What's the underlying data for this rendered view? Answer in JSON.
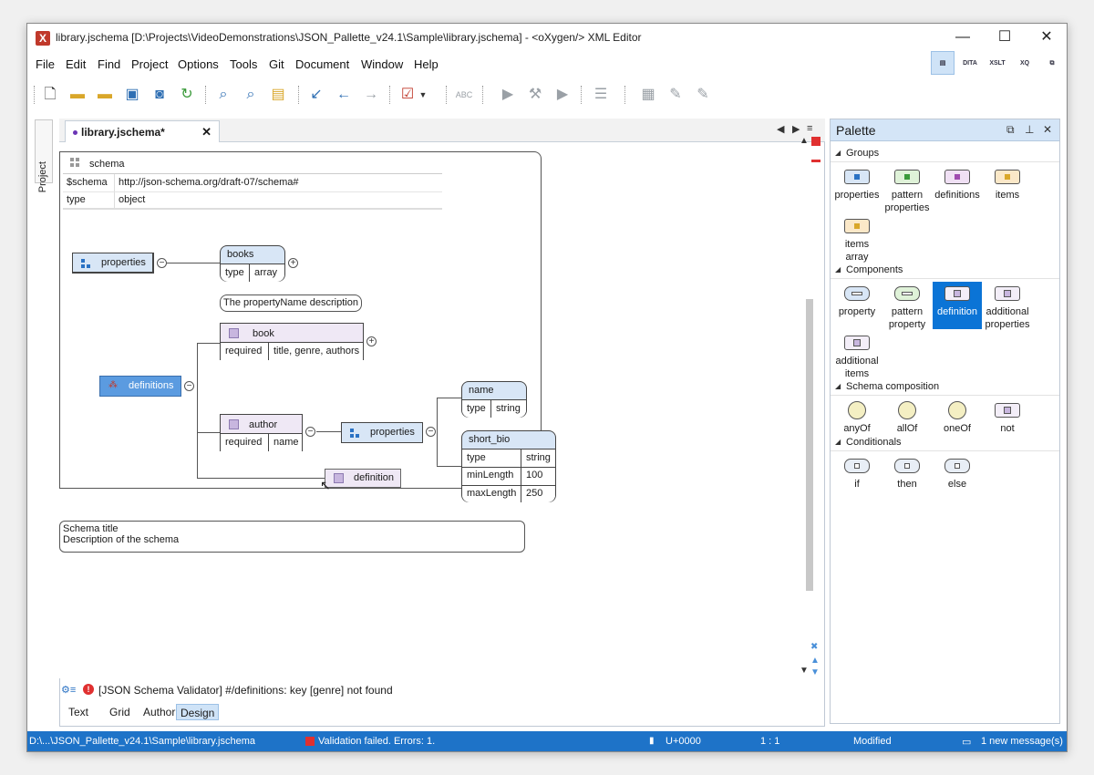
{
  "window": {
    "title": "library.jschema [D:\\Projects\\VideoDemonstrations\\JSON_Pallette_v24.1\\Sample\\library.jschema] - <oXygen/> XML Editor",
    "app_icon": "X",
    "minimize": "—",
    "maximize": "☐",
    "close": "✕"
  },
  "menu": [
    "File",
    "Edit",
    "Find",
    "Project",
    "Options",
    "Tools",
    "Git",
    "Document",
    "Window",
    "Help"
  ],
  "perspectives": [
    "",
    "DITA",
    "XSLT",
    "XQ",
    ""
  ],
  "side_panel": {
    "label": "Project"
  },
  "editor": {
    "tab_label": "library.jschema*",
    "tab_close": "✕",
    "nav_left": "◀",
    "nav_right": "▶",
    "nav_menu": "≡"
  },
  "schema": {
    "title": "schema",
    "rows": [
      {
        "key": "$schema",
        "value": "http://json-schema.org/draft-07/schema#"
      },
      {
        "key": "type",
        "value": "object"
      }
    ],
    "properties_label": "properties",
    "books": {
      "name": "books",
      "type_key": "type",
      "type_value": "array"
    },
    "books_description": "The propertyName description",
    "definitions_label": "definitions",
    "book": {
      "name": "book",
      "required_key": "required",
      "required_value": "title, genre, authors"
    },
    "author": {
      "name": "author",
      "required_key": "required",
      "required_value": "name"
    },
    "author_properties_label": "properties",
    "name_prop": {
      "name": "name",
      "type_key": "type",
      "type_value": "string"
    },
    "short_bio": {
      "name": "short_bio",
      "rows": [
        {
          "key": "type",
          "value": "string"
        },
        {
          "key": "minLength",
          "value": "100"
        },
        {
          "key": "maxLength",
          "value": "250"
        }
      ]
    },
    "dragged_definition": "definition",
    "schema_title_line1": "Schema title",
    "schema_title_line2": "Description of the schema"
  },
  "problem": {
    "message": "[JSON Schema Validator] #/definitions: key [genre] not found"
  },
  "modes": [
    "Text",
    "Grid",
    "Author",
    "Design"
  ],
  "active_mode": "Design",
  "palette": {
    "title": "Palette",
    "groups": [
      {
        "name": "Groups",
        "items": [
          "properties",
          "pattern properties",
          "definitions",
          "items",
          "items array"
        ]
      },
      {
        "name": "Components",
        "items": [
          "property",
          "pattern property",
          "definition",
          "additional properties",
          "additional items"
        ]
      },
      {
        "name": "Schema composition",
        "items": [
          "anyOf",
          "allOf",
          "oneOf",
          "not"
        ]
      },
      {
        "name": "Conditionals",
        "items": [
          "if",
          "then",
          "else"
        ]
      }
    ],
    "selected_item": "definition"
  },
  "statusbar": {
    "path": "D:\\...\\JSON_Pallette_v24.1\\Sample\\library.jschema",
    "validation": "Validation failed. Errors: 1.",
    "encoding": "U+0000",
    "position": "1 : 1",
    "state": "Modified",
    "messages": "1 new message(s)"
  },
  "colors": {
    "accent": "#1e73c8",
    "error": "#e03030",
    "selected_palette": "#0b74d6",
    "definitions_fill": "#5b9be0"
  }
}
